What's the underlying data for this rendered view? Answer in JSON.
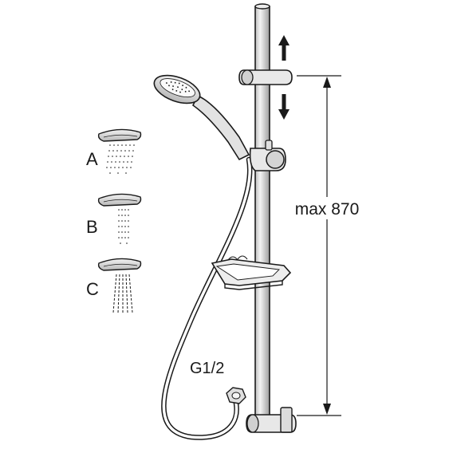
{
  "modes": [
    {
      "letter": "A",
      "pattern": "spray"
    },
    {
      "letter": "B",
      "pattern": "jet"
    },
    {
      "letter": "C",
      "pattern": "massage"
    }
  ],
  "dimension": {
    "label": "max 870"
  },
  "thread": {
    "label": "G1/2"
  },
  "colors": {
    "line": "#1a1a1a",
    "fill": "#e6e6e6",
    "fill_dark": "#c8c8c8"
  },
  "icons": [
    "arrow-up-icon",
    "arrow-down-icon"
  ]
}
